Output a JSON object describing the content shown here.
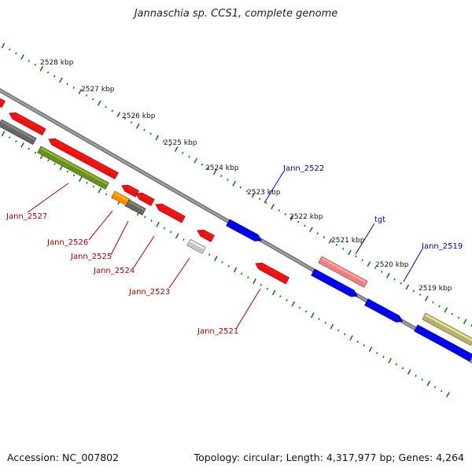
{
  "title": "Jannaschia sp. CCS1, complete genome",
  "footer": {
    "accession": "Accession: NC_007802",
    "info": "Topology: circular; Length: 4,317,977 bp; Genes: 4,264"
  },
  "colors": {
    "backbone": "#808080",
    "scale": "#1a7a1a",
    "label_forward": "#0000aa",
    "label_reverse": "#aa0000"
  },
  "ruler": {
    "labels": [
      "2528 kbp",
      "2527 kbp",
      "2526 kbp",
      "2525 kbp",
      "2524 kbp",
      "2523 kbp",
      "2522 kbp",
      "2521 kbp",
      "2520 kbp",
      "2519 kbp"
    ]
  },
  "genes": [
    {
      "label": "Jann_2527",
      "strand": "reverse"
    },
    {
      "label": "Jann_2526",
      "strand": "reverse"
    },
    {
      "label": "Jann_2525",
      "strand": "reverse"
    },
    {
      "label": "Jann_2524",
      "strand": "reverse"
    },
    {
      "label": "Jann_2523",
      "strand": "reverse"
    },
    {
      "label": "Jann_2521",
      "strand": "reverse"
    },
    {
      "label": "Jann_2522",
      "strand": "forward"
    },
    {
      "label": "tgt",
      "strand": "forward"
    },
    {
      "label": "Jann_2519",
      "strand": "forward"
    }
  ]
}
